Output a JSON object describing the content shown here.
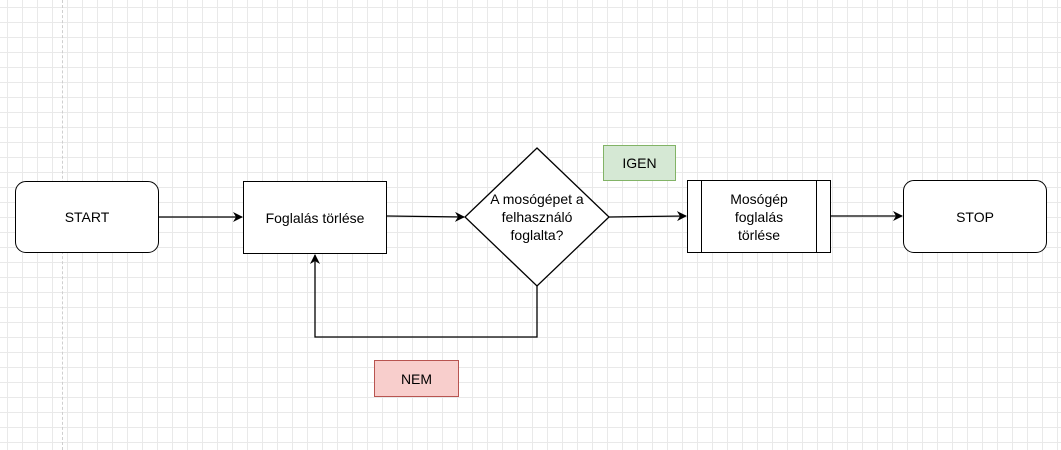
{
  "nodes": {
    "start": "START",
    "delete_booking": "Foglalás törlése",
    "decision": "A mosógépet a felhasználó foglalta?",
    "delete_washer_booking": "Mosógép foglalás törlése",
    "stop": "STOP"
  },
  "labels": {
    "yes": "IGEN",
    "no": "NEM"
  },
  "colors": {
    "yes_fill": "#d5e8d4",
    "yes_stroke": "#82b366",
    "no_fill": "#f8cecc",
    "no_stroke": "#b85450",
    "grid": "#e9e9e9"
  }
}
